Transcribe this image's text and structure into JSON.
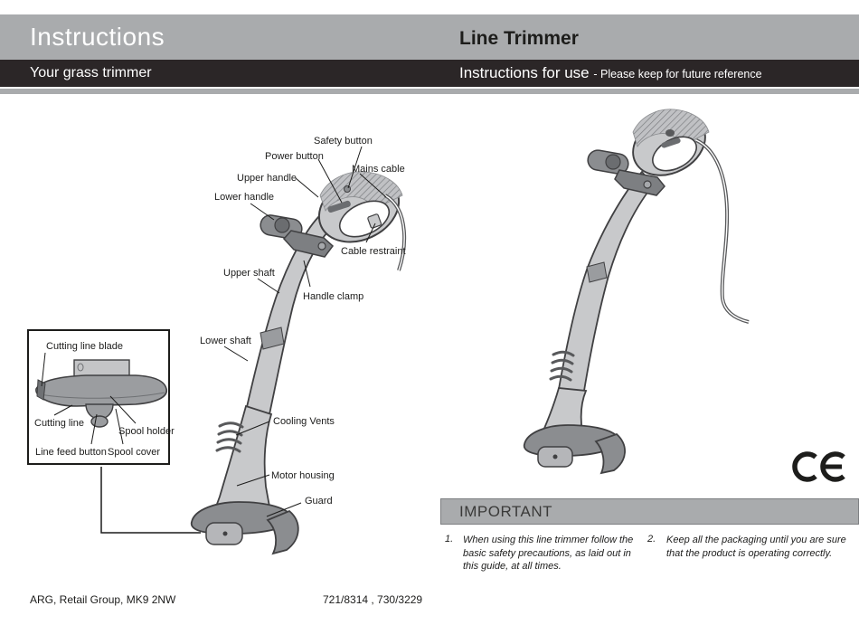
{
  "header": {
    "title_left": "Instructions",
    "title_right": "Line Trimmer",
    "subtitle_left": "Your grass trimmer",
    "subtitle_right": "Instructions for use",
    "subtitle_right_note": "- Please keep for future reference"
  },
  "diagram": {
    "labels": [
      {
        "id": "safety-button",
        "text": "Safety button"
      },
      {
        "id": "power-button",
        "text": "Power button"
      },
      {
        "id": "mains-cable",
        "text": "Mains cable"
      },
      {
        "id": "upper-handle",
        "text": "Upper handle"
      },
      {
        "id": "lower-handle",
        "text": "Lower handle"
      },
      {
        "id": "cable-restraint",
        "text": "Cable restraint"
      },
      {
        "id": "upper-shaft",
        "text": "Upper shaft"
      },
      {
        "id": "handle-clamp",
        "text": "Handle clamp"
      },
      {
        "id": "lower-shaft",
        "text": "Lower shaft"
      },
      {
        "id": "cooling-vents",
        "text": "Cooling Vents"
      },
      {
        "id": "motor-housing",
        "text": "Motor housing"
      },
      {
        "id": "guard",
        "text": "Guard"
      }
    ]
  },
  "inset": {
    "labels": [
      {
        "id": "cutting-line-blade",
        "text": "Cutting line blade"
      },
      {
        "id": "cutting-line",
        "text": "Cutting line"
      },
      {
        "id": "spool-holder",
        "text": "Spool holder"
      },
      {
        "id": "line-feed-button",
        "text": "Line feed button"
      },
      {
        "id": "spool-cover",
        "text": "Spool cover"
      }
    ]
  },
  "important": {
    "title": "IMPORTANT",
    "items": [
      {
        "num": "1.",
        "text": "When using this line trimmer follow the basic safety precautions, as laid out in this guide, at all times."
      },
      {
        "num": "2.",
        "text": "Keep all the packaging until you are sure that the product is operating correctly."
      }
    ]
  },
  "certification": {
    "ce_mark": "CE"
  },
  "footer": {
    "left": "ARG, Retail Group, MK9 2NW",
    "codes": "721/8314 , 730/3229"
  },
  "colors": {
    "header_gray": "#a9abad",
    "header_dark": "#2b2627",
    "body_light": "#c8c9cb",
    "body_mid": "#8b8d90",
    "outline": "#404042"
  }
}
